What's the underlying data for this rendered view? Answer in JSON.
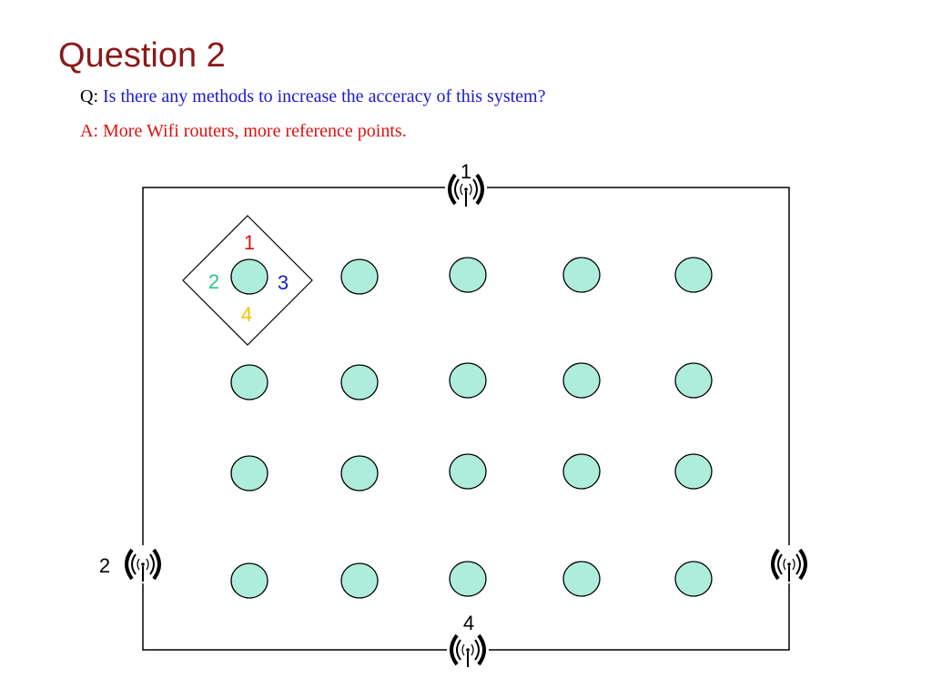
{
  "slide": {
    "title": "Question 2",
    "question_prefix": "Q:",
    "question_text": "Is there any methods to increase the acceracy of this system?",
    "answer_text": "A: More Wifi routers, more reference points."
  },
  "colors": {
    "title": "#8b1a1a",
    "question_prefix": "#000000",
    "question_text": "#1a1acc",
    "answer_text": "#dd1111",
    "reference_point_fill": "#aeeddb",
    "reference_point_stroke": "#000000",
    "direction_1": "#dd1111",
    "direction_2": "#22cc88",
    "direction_3": "#1a1acc",
    "direction_4": "#f2c200"
  },
  "diagram": {
    "reference_points": {
      "rows": 4,
      "columns": 5
    },
    "direction_labels": [
      "1",
      "2",
      "3",
      "4"
    ],
    "routers": [
      {
        "label": "1",
        "side": "top"
      },
      {
        "label": "2",
        "side": "left"
      },
      {
        "label": "",
        "side": "right"
      },
      {
        "label": "4",
        "side": "bottom"
      }
    ]
  }
}
